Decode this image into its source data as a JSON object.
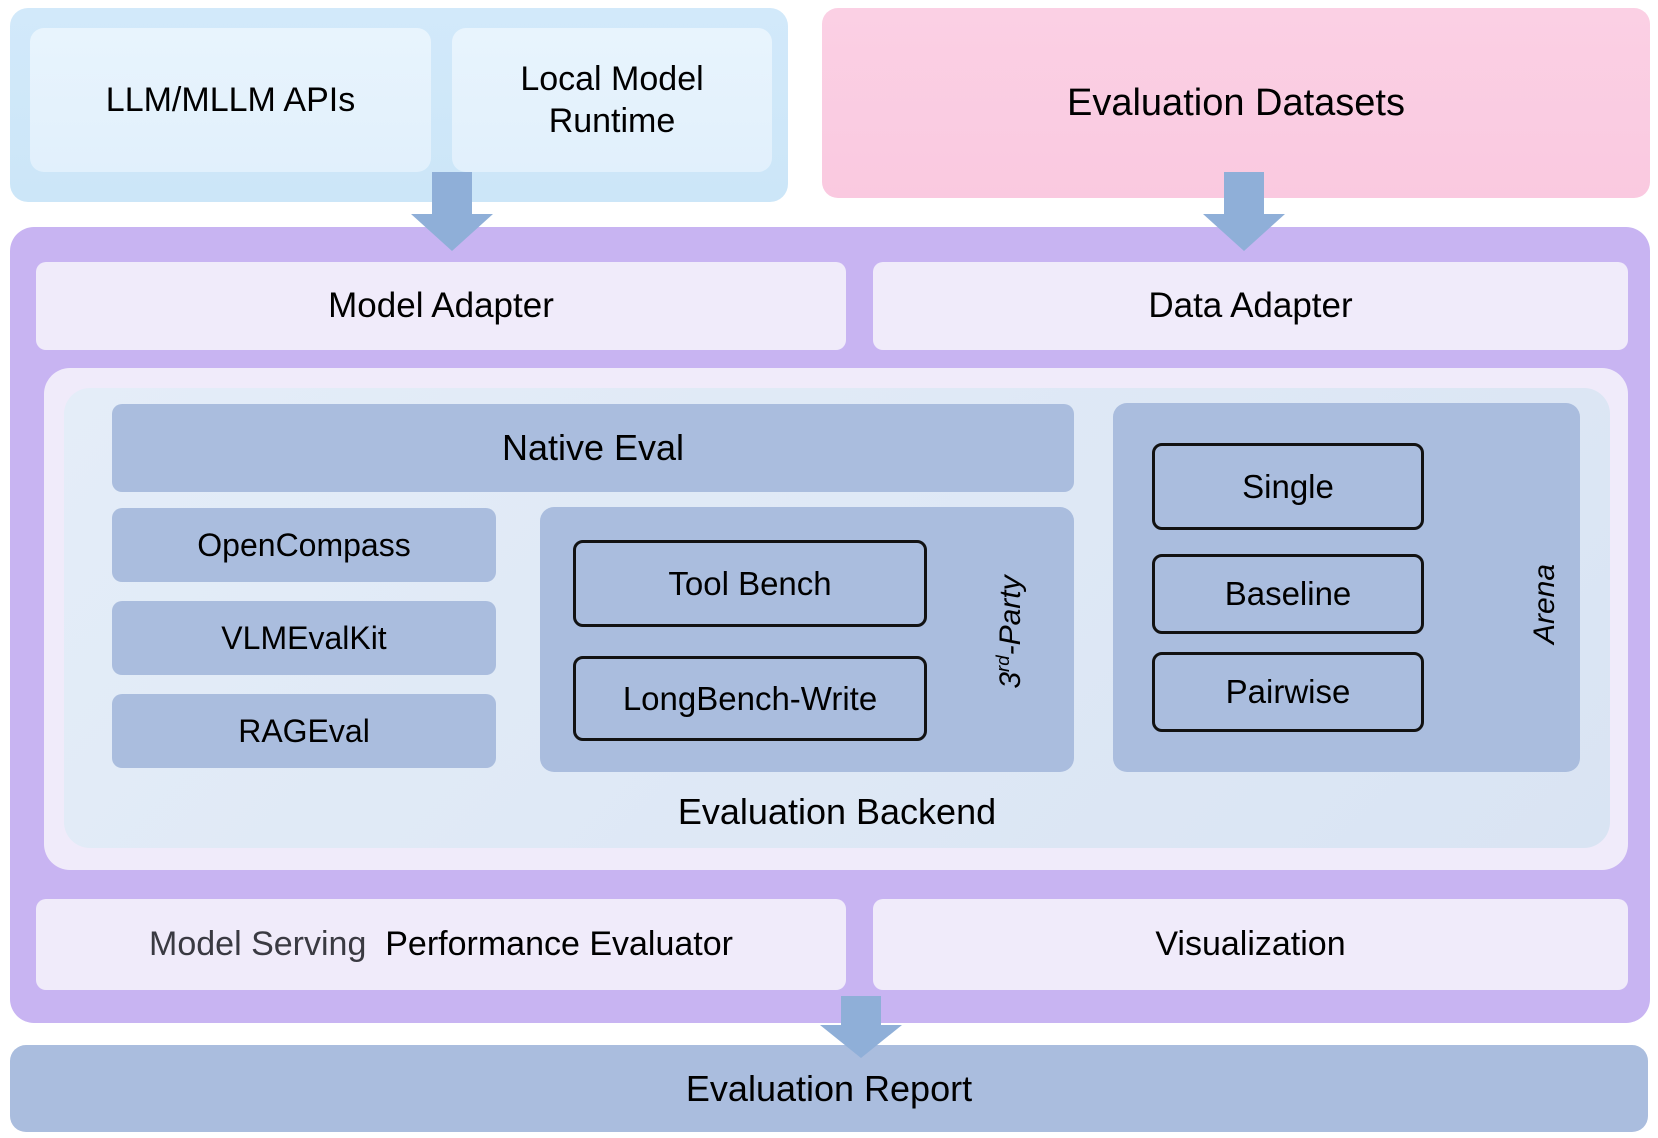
{
  "colors": {
    "bg": "#ffffff",
    "blue-container": "#cce6f8",
    "blue-box": "#e1f0fc",
    "pink": "#fac9e0",
    "purple": "#c8b4f2",
    "lavender": "#f0ebfa",
    "panel-blue": "#d9e4f3",
    "sub-blue": "#aabdde",
    "arrow": "#8fafd8",
    "border-dark": "#121212",
    "text": "#000000",
    "text-muted": "#3a3a42"
  },
  "sources": {
    "model_apis": "LLM/MLLM APIs",
    "local_runtime": "Local Model Runtime",
    "datasets": "Evaluation Datasets"
  },
  "adapters": {
    "model": "Model Adapter",
    "data": "Data Adapter"
  },
  "backend": {
    "title": "Evaluation Backend",
    "native_eval": "Native Eval",
    "native_tools": [
      "OpenCompass",
      "VLMEvalKit",
      "RAGEval"
    ],
    "third_party": {
      "label_base": "3",
      "label_sup": "rd",
      "label_rest": "-Party",
      "items": [
        "Tool Bench",
        "LongBench-Write"
      ]
    },
    "arena": {
      "label": "Arena",
      "items": [
        "Single",
        "Baseline",
        "Pairwise"
      ]
    }
  },
  "bottom": {
    "serving_part1": "Model Serving",
    "serving_part2": "Performance Evaluator",
    "visualization": "Visualization"
  },
  "report": "Evaluation Report"
}
